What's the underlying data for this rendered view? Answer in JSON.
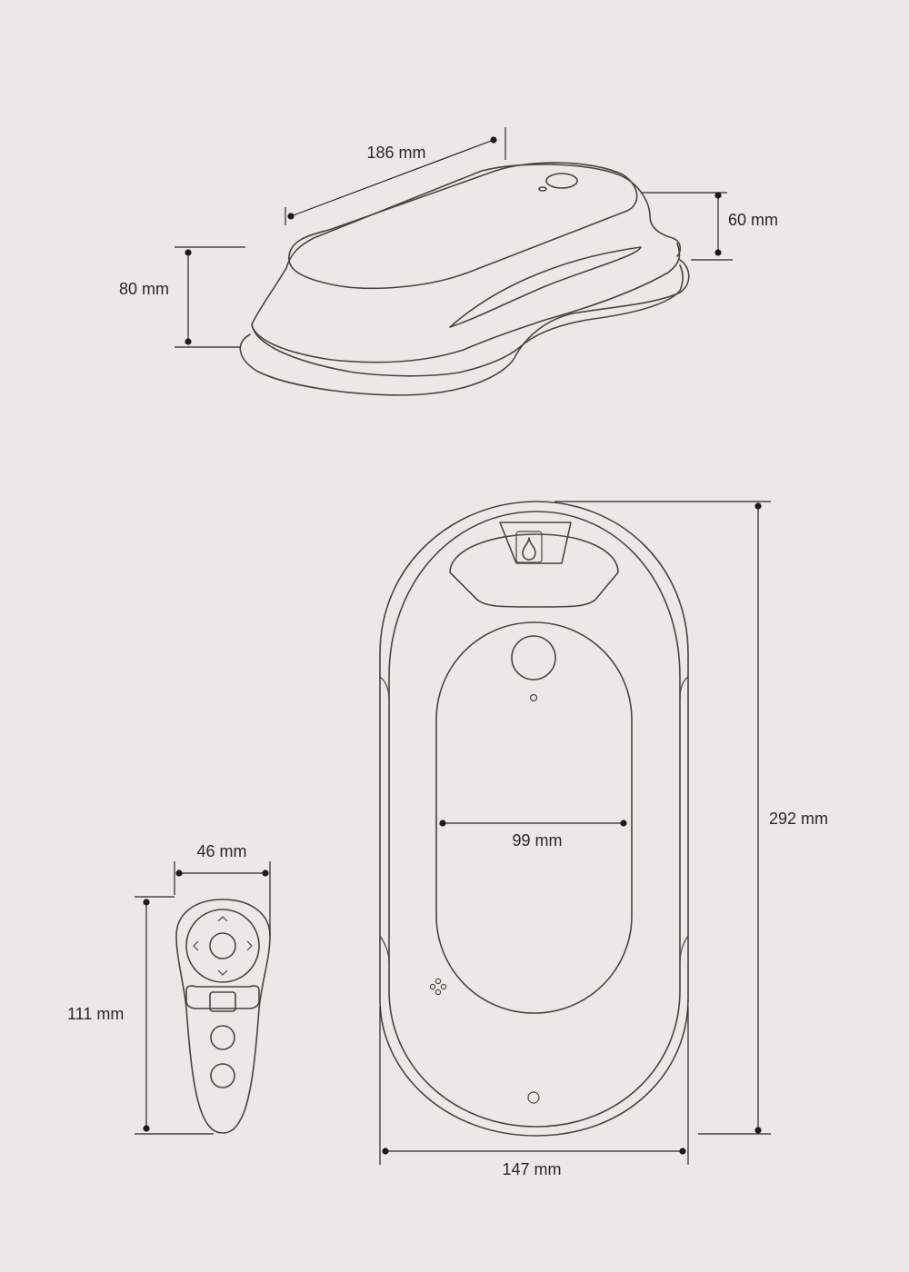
{
  "dimensions": {
    "side_length": "186 mm",
    "side_height_front": "60 mm",
    "side_height_back": "80 mm",
    "top_length": "292 mm",
    "top_width": "147 mm",
    "pad_width": "99 mm",
    "remote_width": "46 mm",
    "remote_length": "111 mm"
  },
  "colors": {
    "background": "#ebe9e5",
    "line": "#4a4440",
    "dimension": "#2a2624"
  }
}
